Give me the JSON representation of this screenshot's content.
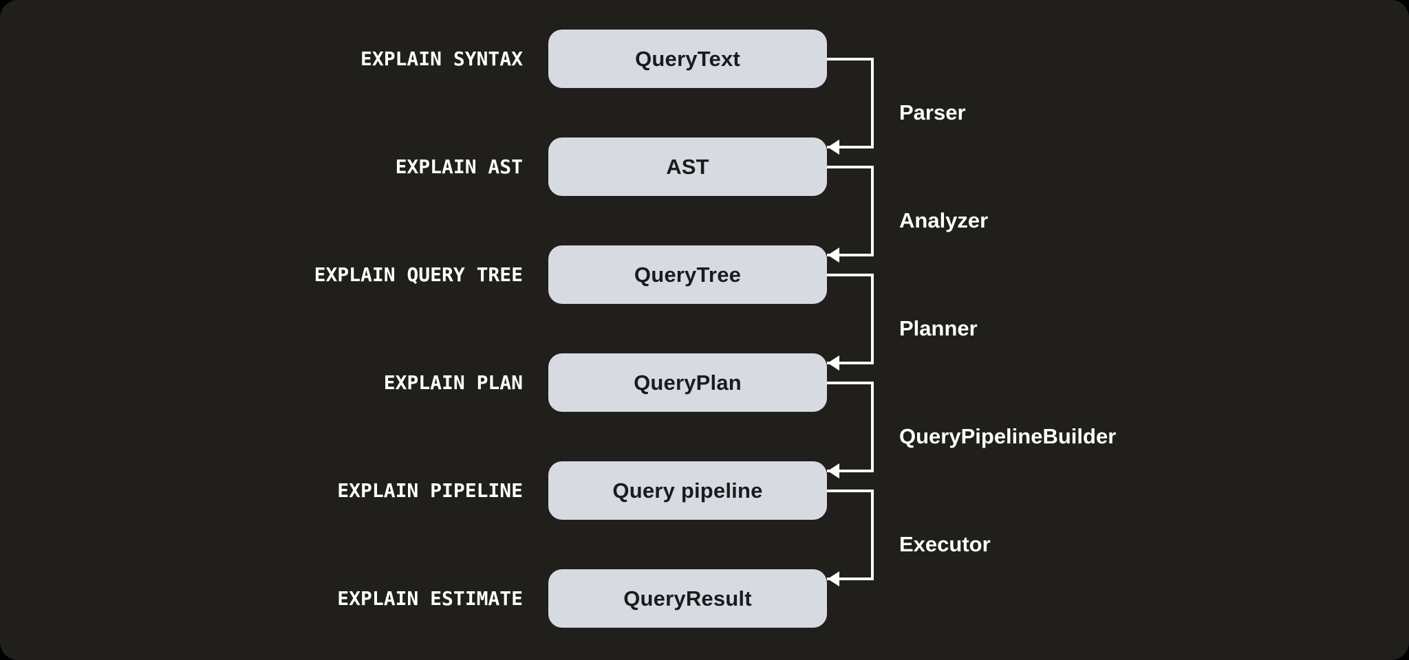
{
  "colors": {
    "page_bg": "#000000",
    "panel_bg": "#201f1b",
    "box_bg": "#d8dae2",
    "box_text": "#1a1b1d",
    "line": "#ffffff",
    "label_text": "#ffffff"
  },
  "diagram": {
    "stages": [
      {
        "command": "EXPLAIN SYNTAX",
        "artifact": "QueryText"
      },
      {
        "command": "EXPLAIN AST",
        "artifact": "AST"
      },
      {
        "command": "EXPLAIN QUERY TREE",
        "artifact": "QueryTree"
      },
      {
        "command": "EXPLAIN PLAN",
        "artifact": "QueryPlan"
      },
      {
        "command": "EXPLAIN PIPELINE",
        "artifact": "Query pipeline"
      },
      {
        "command": "EXPLAIN ESTIMATE",
        "artifact": "QueryResult"
      }
    ],
    "transitions": [
      {
        "label": "Parser"
      },
      {
        "label": "Analyzer"
      },
      {
        "label": "Planner"
      },
      {
        "label": "QueryPipelineBuilder"
      },
      {
        "label": "Executor"
      }
    ]
  }
}
